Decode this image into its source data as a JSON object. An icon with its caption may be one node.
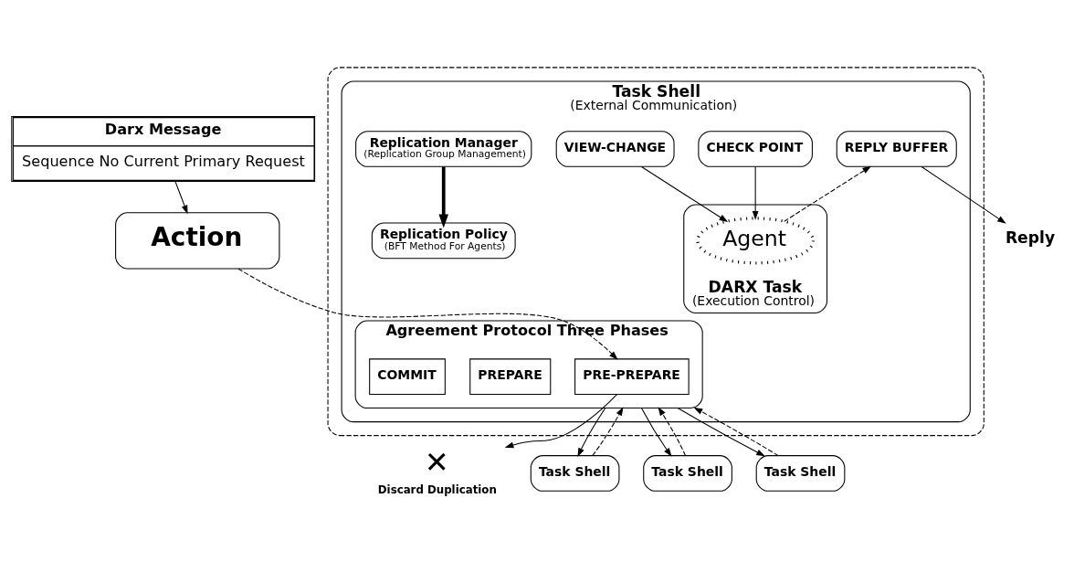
{
  "diagram": {
    "nodes": [
      {
        "text": [
          "Darx Message",
          "Sequence No Current Primary Request"
        ]
      },
      {
        "text": [
          "Action"
        ]
      },
      {
        "text": [],
        "shape": "box"
      },
      {
        "text": [
          "Task Shell",
          "(External Communication)"
        ],
        "in": 2
      },
      {
        "text": [
          "Replication Manager",
          "(Replication Group Management)"
        ],
        "in": 3
      },
      {
        "text": [
          "Replication Policy",
          "(BFT Method For Agents)"
        ],
        "in": 3
      },
      {
        "text": [
          "Agreement Protocol Three Phases"
        ],
        "in": 3
      },
      {
        "text": [
          "PRE-PREPARE"
        ],
        "in": 6
      },
      {
        "text": [
          "PREPARE"
        ],
        "in": 6
      },
      {
        "text": [
          "COMMIT"
        ],
        "in": 6
      },
      {
        "text": [
          "CHECK POINT"
        ],
        "in": 3
      },
      {
        "text": [
          "VIEW-CHANGE"
        ],
        "in": 3
      },
      {
        "text": [
          "REPLY BUFFER"
        ],
        "in": 3
      },
      {
        "text": [
          "DARX Task",
          "(Execution Control)"
        ],
        "in": 3
      },
      {
        "text": [
          "Agent"
        ],
        "in": 13
      },
      {
        "text": [
          "✕",
          "Discard Duplication"
        ]
      },
      {
        "text": [
          "Reply"
        ]
      },
      {
        "text": [
          "Task Shell"
        ]
      },
      {
        "text": [
          "Task Shell"
        ]
      },
      {
        "text": [
          "Task Shell"
        ]
      }
    ],
    "edges": [
      {
        "from": 0,
        "to": 1,
        "arrow": "to"
      },
      {
        "from": 1,
        "to": 7,
        "arrow": "to",
        "style": "dashed"
      },
      {
        "from": 4,
        "to": 5,
        "arrow": "to",
        "style": "thick"
      },
      {
        "from": 7,
        "to": 15,
        "arrow": "to"
      },
      {
        "from": 10,
        "to": 14,
        "arrow": "to"
      },
      {
        "from": 11,
        "to": 14,
        "arrow": "to"
      },
      {
        "from": 14,
        "to": 12,
        "arrow": "to",
        "style": "dashed"
      },
      {
        "from": 12,
        "to": 16,
        "arrow": "to"
      },
      {
        "from": 6,
        "to": 17,
        "arrow": "to"
      },
      {
        "from": 6,
        "to": 18,
        "arrow": "to"
      },
      {
        "from": 6,
        "to": 19,
        "arrow": "to"
      },
      {
        "from": 17,
        "to": 6,
        "arrow": "to",
        "style": "dashed"
      },
      {
        "from": 18,
        "to": 6,
        "arrow": "to",
        "style": "dashed"
      },
      {
        "from": 19,
        "to": 6,
        "arrow": "to",
        "style": "dashed"
      }
    ]
  }
}
